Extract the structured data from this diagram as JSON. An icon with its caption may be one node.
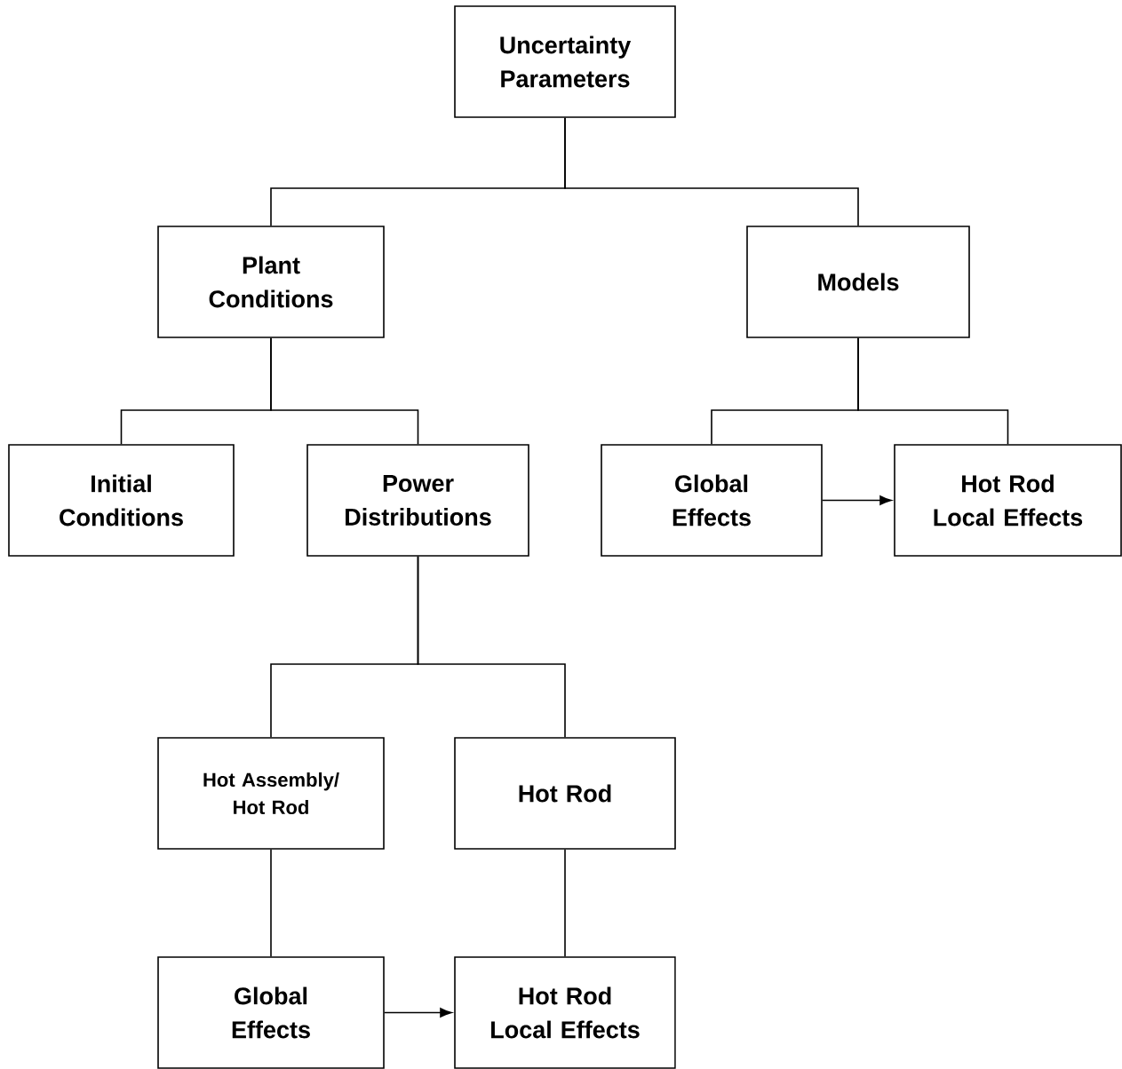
{
  "diagram": {
    "nodes": [
      {
        "text": [
          "Uncertainty Parameters"
        ]
      },
      {
        "text": [
          "Plant Conditions"
        ]
      },
      {
        "text": [
          "Models"
        ]
      },
      {
        "text": [
          "Initial Conditions"
        ]
      },
      {
        "text": [
          "Power Distributions"
        ]
      },
      {
        "text": [
          "Global Effects"
        ]
      },
      {
        "text": [
          "Hot Rod Local Effects"
        ]
      },
      {
        "text": [
          "Hot Assembly/ Hot Rod"
        ]
      },
      {
        "text": [
          "Hot Rod"
        ]
      },
      {
        "text": [
          "Global Effects"
        ]
      },
      {
        "text": [
          "Hot Rod Local Effects"
        ]
      }
    ],
    "edges": [
      {
        "from": 0,
        "to": 1,
        "arrow": "none"
      },
      {
        "from": 0,
        "to": 2,
        "arrow": "none"
      },
      {
        "from": 1,
        "to": 3,
        "arrow": "none"
      },
      {
        "from": 1,
        "to": 4,
        "arrow": "none"
      },
      {
        "from": 2,
        "to": 5,
        "arrow": "none"
      },
      {
        "from": 2,
        "to": 6,
        "arrow": "none"
      },
      {
        "from": 5,
        "to": 6,
        "arrow": "to"
      },
      {
        "from": 4,
        "to": 7,
        "arrow": "none"
      },
      {
        "from": 4,
        "to": 8,
        "arrow": "none"
      },
      {
        "from": 7,
        "to": 9,
        "arrow": "none"
      },
      {
        "from": 8,
        "to": 10,
        "arrow": "none"
      },
      {
        "from": 9,
        "to": 10,
        "arrow": "to"
      }
    ]
  }
}
